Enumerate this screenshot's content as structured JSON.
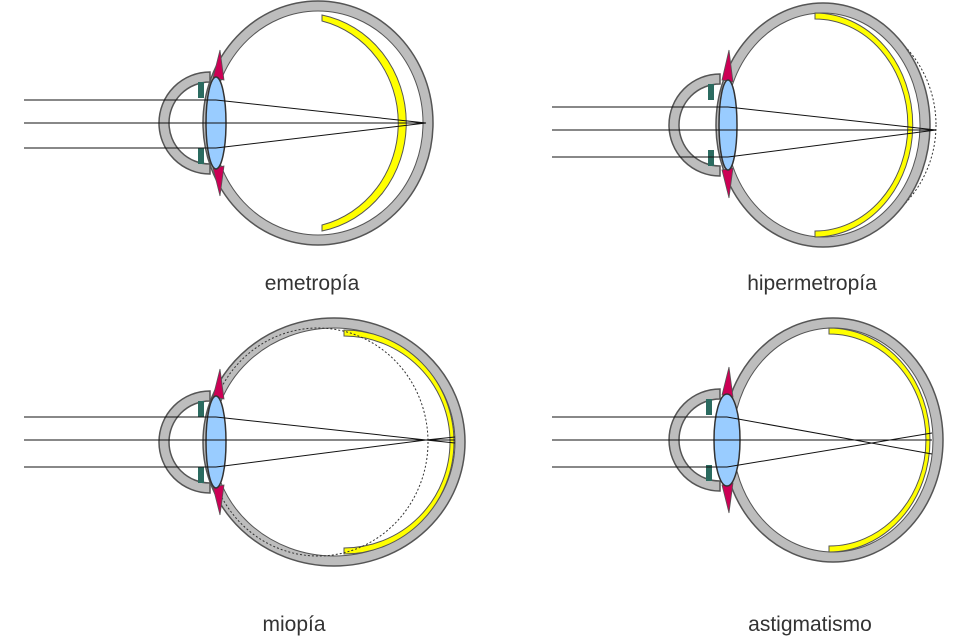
{
  "colors": {
    "sclera": "#bdbdbd",
    "outline": "#555555",
    "retina": "#ffff00",
    "lens": "#99ccff",
    "iris": "#cc0055",
    "cornea_ring": "#d4d4d4",
    "ray": "#111111",
    "guide": "#333333"
  },
  "panels": [
    {
      "id": "emmetropia",
      "label": "emetropía"
    },
    {
      "id": "hyperopia",
      "label": "hipermetropía"
    },
    {
      "id": "myopia",
      "label": "miopía"
    },
    {
      "id": "astigmatism",
      "label": "astigmatismo"
    }
  ]
}
